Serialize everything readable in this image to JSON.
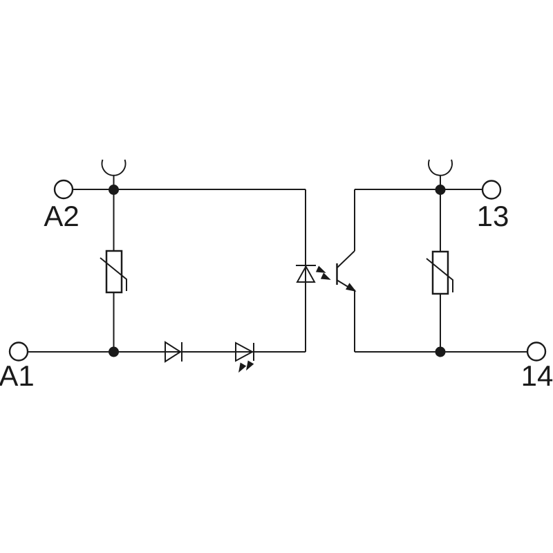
{
  "page": {
    "background_color": "#ffffff",
    "line_color": "#1a1a1a",
    "text_color": "#1a1a1a"
  },
  "diagram": {
    "kind": "relay-module-wiring-schematic",
    "terminals": {
      "a2": {
        "label": "A2"
      },
      "a1": {
        "label": "A1"
      },
      "t13": {
        "label": "13"
      },
      "t14": {
        "label": "14"
      }
    },
    "icons": [
      "socket-connector-icon",
      "varistor-icon",
      "diode-icon",
      "led-icon",
      "optocoupler-led-icon",
      "phototransistor-icon",
      "terminal-circle",
      "junction-dot"
    ]
  }
}
